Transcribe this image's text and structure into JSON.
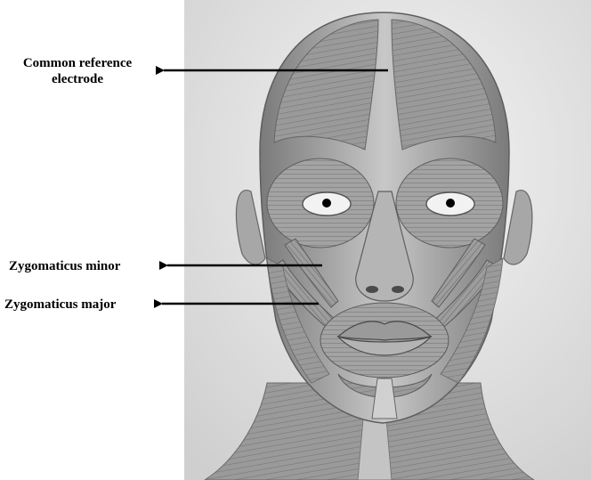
{
  "labels": {
    "reference_line1": "Common reference",
    "reference_line2": "electrode",
    "zygomaticus_minor": "Zygomaticus minor",
    "zygomaticus_major": "Zygomaticus major"
  },
  "colors": {
    "background_panel": "#dcdcdc",
    "muscle_dark": "#6e6e6e",
    "muscle_light": "#b9b9b9",
    "arrow": "#000000"
  }
}
